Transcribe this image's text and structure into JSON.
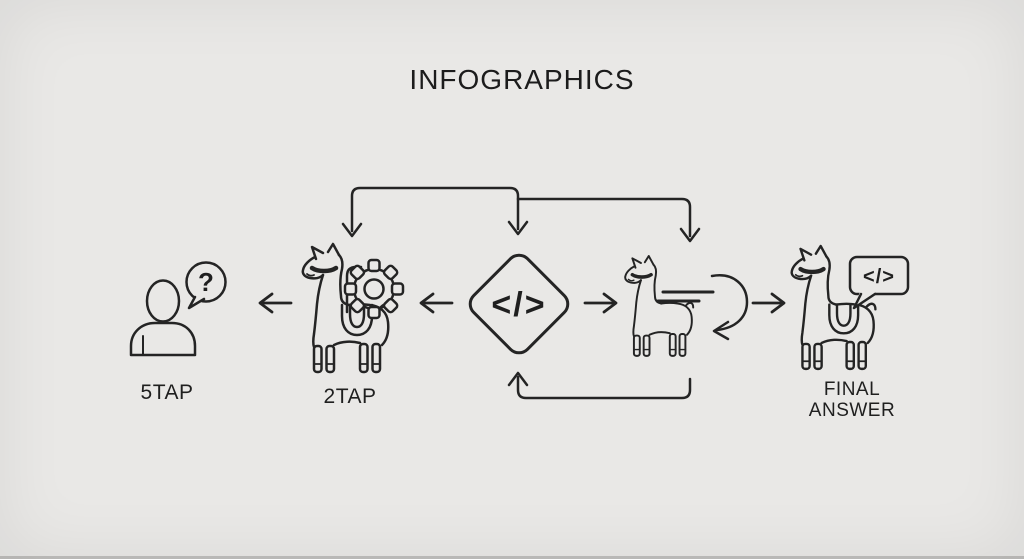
{
  "title": "INFOGRAPHICS",
  "colors": {
    "background": "#e9e8e6",
    "line": "#242424",
    "text": "#1c1c1c"
  },
  "nodes": {
    "user": {
      "label": "5TAP",
      "icon": "person-question-icon",
      "bubble_symbol": "?"
    },
    "processor": {
      "label": "2TAP",
      "icon": "llama-gear-icon"
    },
    "code": {
      "icon": "code-diamond-icon",
      "symbol": "</>"
    },
    "runner": {
      "icon": "llama-loop-icon"
    },
    "answer": {
      "label_line1": "FINAL",
      "label_line2": "ANSWER",
      "icon": "llama-speech-icon",
      "bubble_symbol": "</>"
    }
  },
  "flow": {
    "arrows": [
      "processor-to-user",
      "code-to-processor",
      "code-to-runner",
      "runner-to-answer",
      "top-branch-to-processor-and-code",
      "top-branch-to-runner",
      "feedback-runner-to-code"
    ]
  }
}
